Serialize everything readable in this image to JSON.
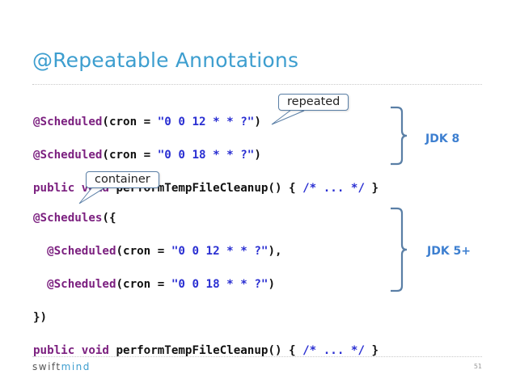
{
  "slide": {
    "title": "@Repeatable Annotations",
    "page_number": "51"
  },
  "code_block_1": {
    "lines": [
      [
        "@Scheduled",
        "(cron = ",
        "\"0 0 12 * * ?\"",
        ")"
      ],
      [
        "@Scheduled",
        "(cron = ",
        "\"0 0 18 * * ?\"",
        ")"
      ],
      [
        "public void",
        " performTempFileCleanup() { ",
        "/* ... */",
        " }"
      ]
    ]
  },
  "code_block_2": {
    "lines": [
      [
        "@Schedules",
        "({",
        "",
        ""
      ],
      [
        "  @Scheduled",
        "(cron = ",
        "\"0 0 12 * * ?\"",
        "),"
      ],
      [
        "  @Scheduled",
        "(cron = ",
        "\"0 0 18 * * ?\"",
        ")"
      ],
      [
        "",
        "})",
        "",
        ""
      ],
      [
        "public void",
        " performTempFileCleanup() { ",
        "/* ... */",
        " }"
      ]
    ]
  },
  "callouts": {
    "repeated": "repeated",
    "container": "container"
  },
  "braces": {
    "top_label": "JDK 8",
    "bottom_label": "JDK 5+"
  },
  "brand": {
    "part1": "swift",
    "part2": "mind"
  },
  "colors": {
    "title": "#3d9ecf",
    "keyword": "#7b1f7f",
    "string": "#2a2fd2",
    "label": "#3d7fd0",
    "callout_border": "#5a7fa6"
  }
}
